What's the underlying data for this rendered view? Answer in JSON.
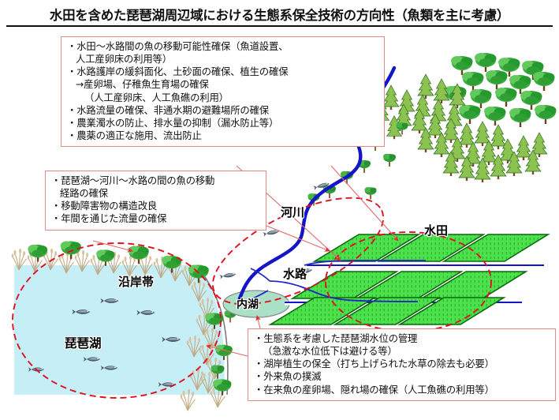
{
  "title": "水田を含めた琵琶湖周辺域における生態系保全技術の方向性（魚類を主に考慮）",
  "boxes": {
    "top": {
      "name": "paddy-waterway-measures",
      "lines": [
        {
          "text": "・水田～水路間の魚の移動可能性確保（魚道設置、",
          "indent": 0
        },
        {
          "text": "人工産卵床の利用等）",
          "indent": 1
        },
        {
          "text": "・水路護岸の緩斜面化、土砂面の確保、植生の確保",
          "indent": 0
        },
        {
          "text": "→産卵場、仔稚魚生育場の確保",
          "indent": 1
        },
        {
          "text": "（人工産卵床、人工魚礁の利用）",
          "indent": 2
        },
        {
          "text": "・水路流量の確保、非通水期の避難場所の確保",
          "indent": 0
        },
        {
          "text": "・農業濁水の防止、排水量の抑制（漏水防止等）",
          "indent": 0
        },
        {
          "text": "・農薬の適正な施用、流出防止",
          "indent": 0
        }
      ]
    },
    "mid": {
      "name": "migration-route-measures",
      "lines": [
        {
          "text": "・琵琶湖～河川～水路の間の魚の移動",
          "indent": 0
        },
        {
          "text": "経路の確保",
          "indent": 1
        },
        {
          "text": "・移動障害物の構造改良",
          "indent": 0
        },
        {
          "text": "・年間を通じた流量の確保",
          "indent": 0
        }
      ]
    },
    "bottom": {
      "name": "lake-biwa-measures",
      "lines": [
        {
          "text": "・生態系を考慮した琵琶湖水位の管理",
          "indent": 0
        },
        {
          "text": "（急激な水位低下は避ける等）",
          "indent": 1
        },
        {
          "text": "・湖岸植生の保全（打ち上げられた水草の除去も必要）",
          "indent": 0
        },
        {
          "text": "・外来魚の撲滅",
          "indent": 0
        },
        {
          "text": "・在来魚の産卵場、隠れ場の確保（人工魚礁の利用等）",
          "indent": 0
        }
      ]
    }
  },
  "map_labels": {
    "river": "河川",
    "waterway": "水路",
    "paddy": "水田",
    "littoral": "沿岸帯",
    "inner_lake": "内湖",
    "lake": "琵琶湖"
  },
  "colors": {
    "box_border": "#e38a8a",
    "lake_water": "#c6eef6",
    "paddy_green": "#4ee04e",
    "paddy_edge": "#0a6a0a",
    "river_blue": "#1414c8",
    "canal_blue": "#2222c8",
    "zone_dashed": "#e01020",
    "connector": "#e06a6a",
    "inner_lake_fill": "#a9e0c6",
    "reed_tan": "#cdb896",
    "tree_green": "#2f9e35",
    "conifer_green": "#7dbd4d",
    "title_text": "#111111"
  }
}
